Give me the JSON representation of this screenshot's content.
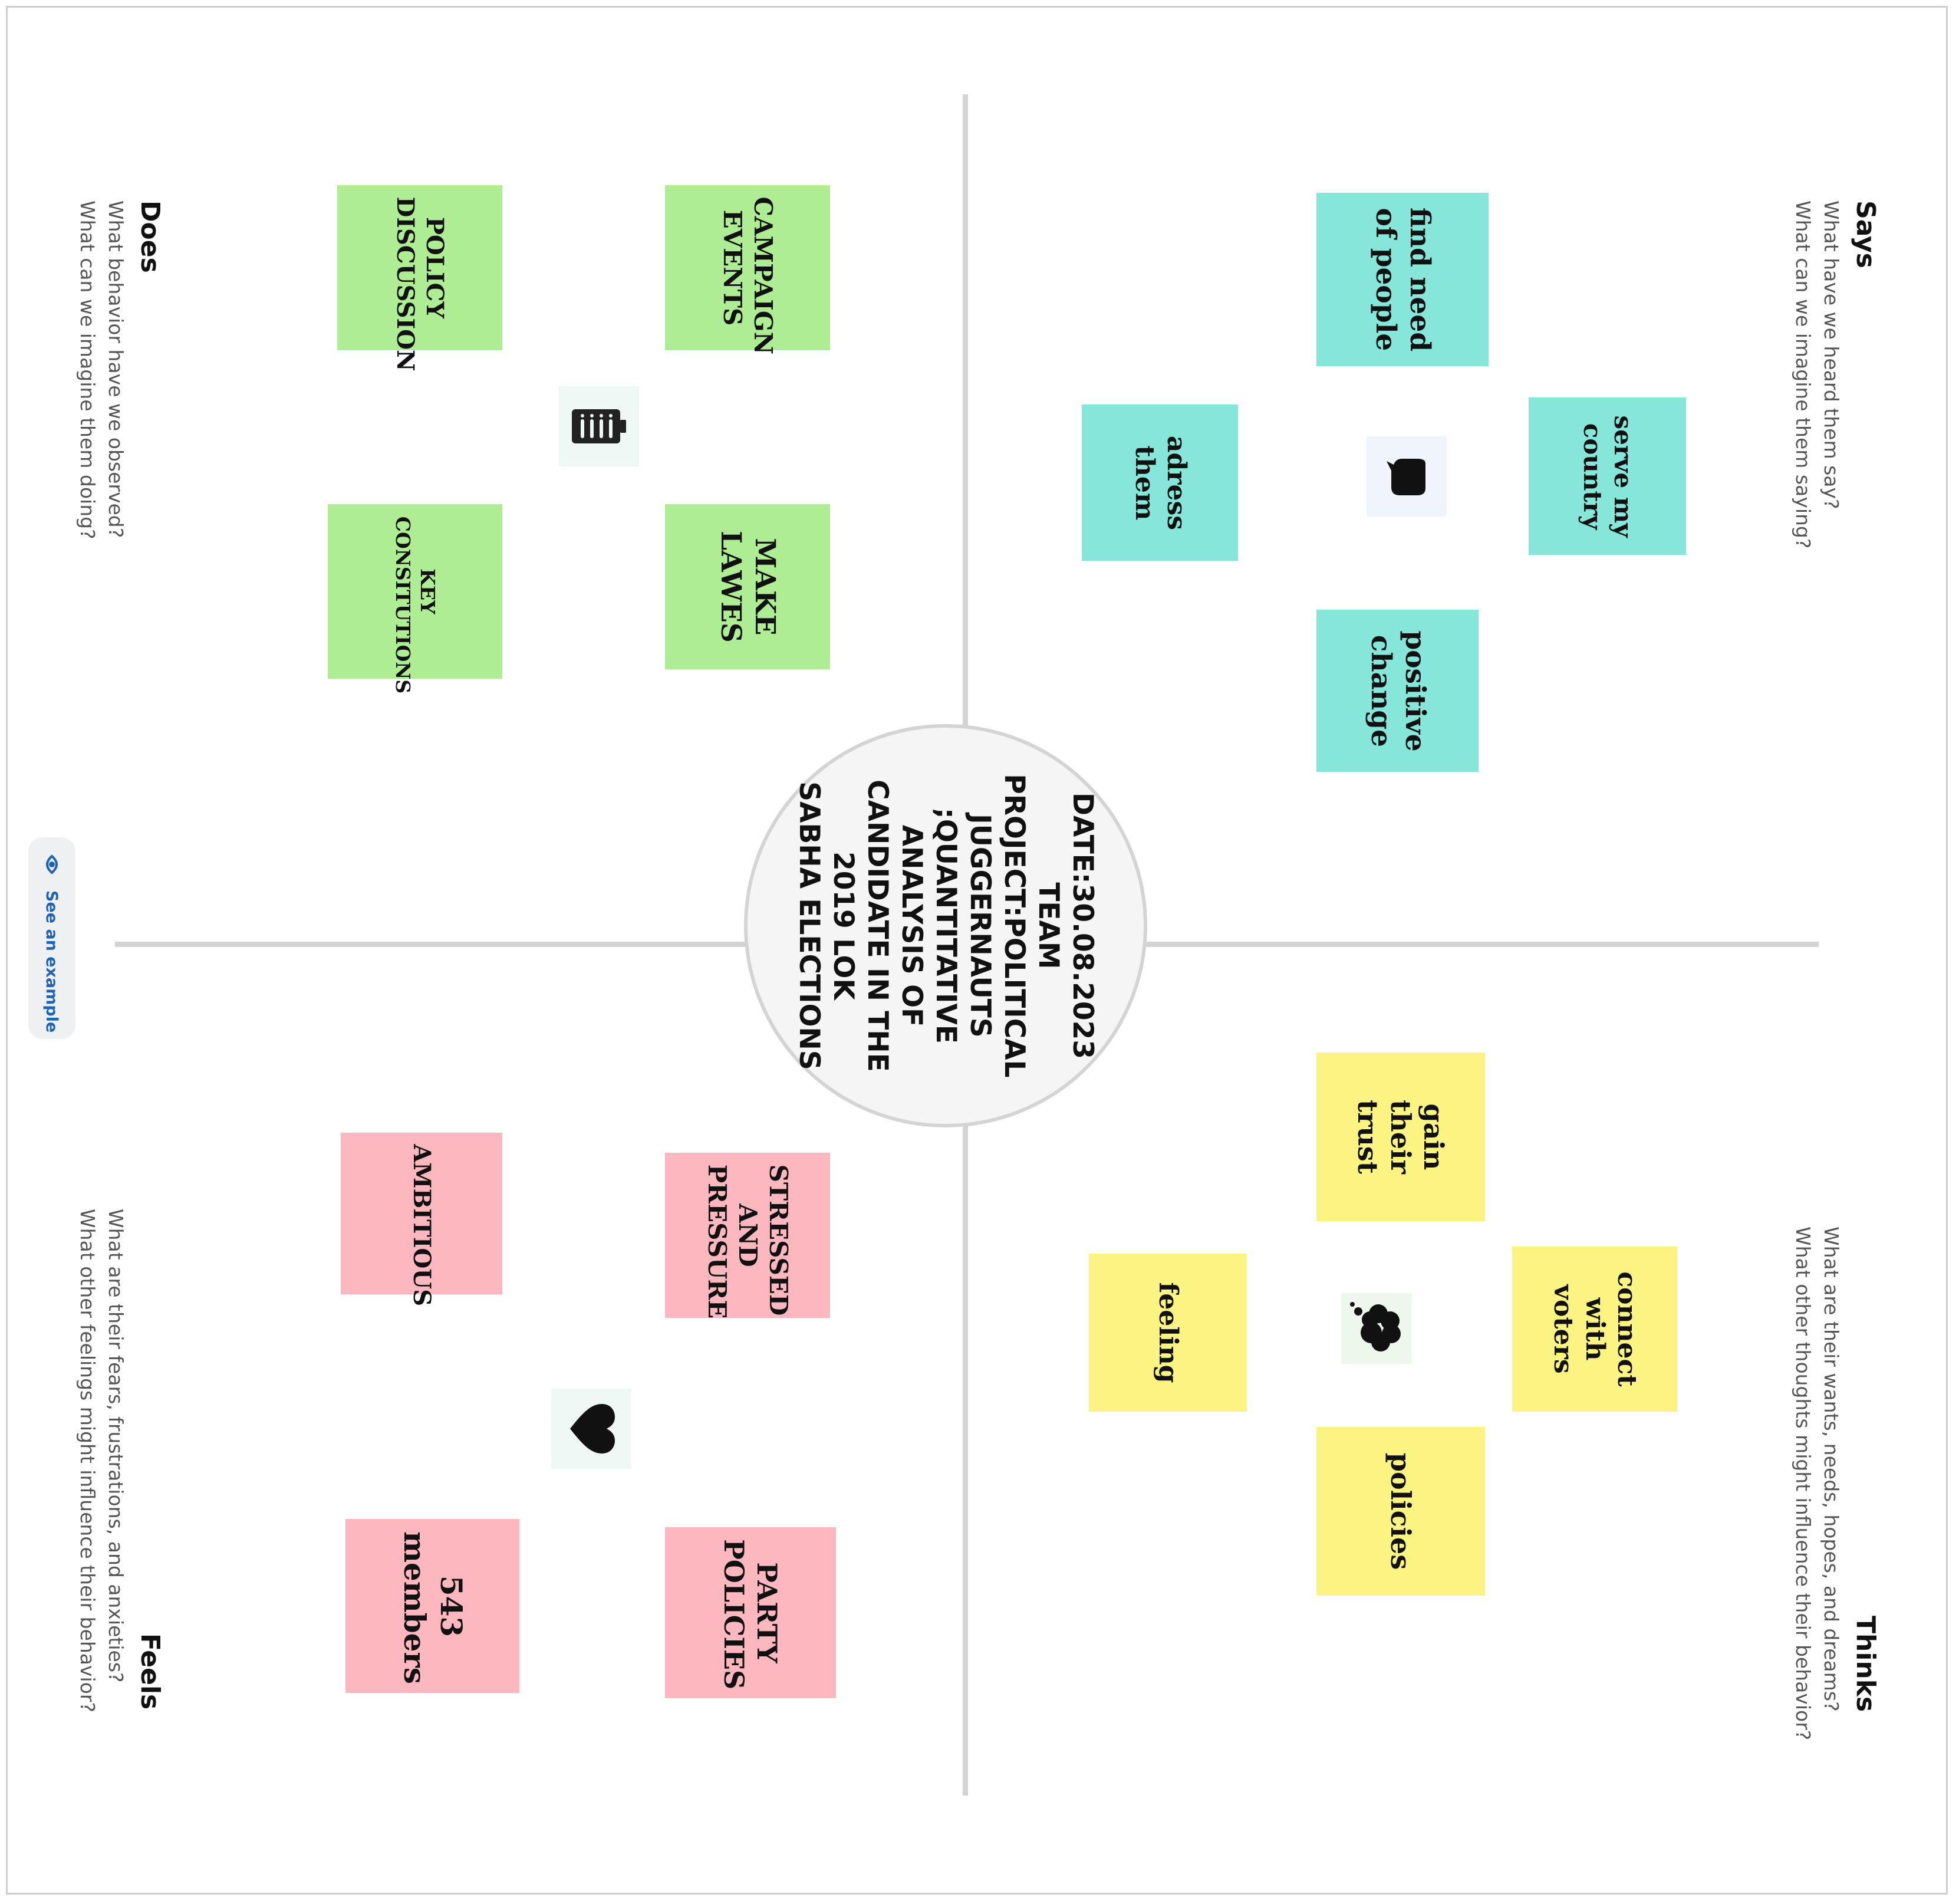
{
  "center": {
    "lines": [
      "DATE:30.08.2023",
      "TEAM PROJECT:POLITICAL",
      "JUGGERNAUTS",
      ";QUANTITATIVE ANALYSIS OF",
      "CANDIDATE IN THE 2019 LOK",
      "SABHA ELECTIONS"
    ]
  },
  "quadrants": {
    "says": {
      "title": "Says",
      "description": [
        "What have we heard them say?",
        "What can we imagine them saying?"
      ],
      "icon": "speech-bubble-icon",
      "color": "#86e6d9",
      "notes": [
        "find need of people",
        "serve my country",
        "adress them",
        "positive change"
      ]
    },
    "does": {
      "title": "Does",
      "description": [
        "What behavior have we observed?",
        "What can we imagine them doing?"
      ],
      "icon": "battery-icon",
      "color": "#aeed93",
      "notes": [
        "CAMPAIGN EVENTS",
        "POLICY DISCUSSION",
        "MAKE LAWES",
        "KEY CONSITUTIONS"
      ]
    },
    "thinks": {
      "title": "Thinks",
      "description": [
        "What are their wants, needs, hopes, and dreams?",
        "What other thoughts might influence their behavior?"
      ],
      "icon": "thought-cloud-icon",
      "color": "#fbf382",
      "notes": [
        "gain their trust",
        "connect with voters",
        "feeling",
        "policies"
      ]
    },
    "feels": {
      "title": "Feels",
      "description": [
        "What are their fears, frustrations, and anxieties?",
        "What other feelings might influence their behavior?"
      ],
      "icon": "heart-icon",
      "color": "#fcb8be",
      "notes": [
        "STRESSED AND PRESSURE",
        "AMBITIOUS",
        "PARTY POLICIES",
        "543 members"
      ]
    }
  },
  "example_button": {
    "label": "See an example",
    "icon": "eye-icon"
  }
}
